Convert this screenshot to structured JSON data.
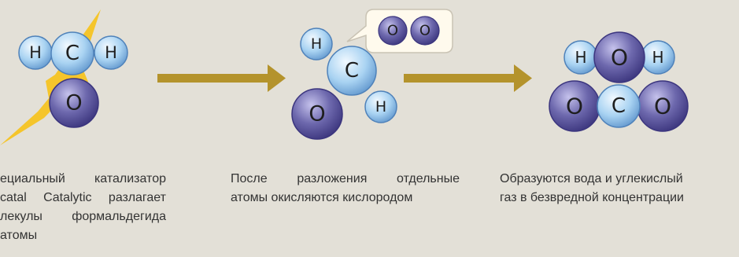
{
  "stage1": {
    "atoms": [
      "H",
      "C",
      "H",
      "O"
    ],
    "caption_lines": [
      "ециальный катализатор",
      "catal Catalytic разлагает",
      "лекулы формальдегида",
      "атомы"
    ]
  },
  "stage2": {
    "atoms": [
      "H",
      "C",
      "O",
      "H"
    ],
    "bubble_atoms": [
      "O",
      "O"
    ],
    "caption_lines": [
      "После разложения отдельные",
      "атомы окисляются кислородом"
    ]
  },
  "stage3": {
    "atoms": [
      "H",
      "O",
      "H",
      "O",
      "C",
      "O"
    ],
    "caption_lines": [
      "Образуются вода и углекислый",
      "газ в безвредной концентрации"
    ]
  },
  "colors": {
    "background": "#e3e0d7",
    "hydrogen_carbon": "#a9d3f2",
    "oxygen": "#6d68ad",
    "arrow": "#b4932c",
    "lightning": "#f5c52b",
    "bubble": "#fffaed"
  }
}
